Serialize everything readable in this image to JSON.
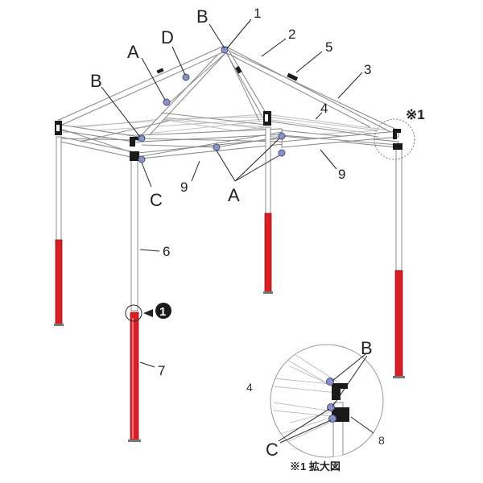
{
  "labels": {
    "letter_b_top": "B",
    "letter_d": "D",
    "letter_a_top": "A",
    "letter_b_left": "B",
    "letter_c": "C",
    "letter_a_bottom": "A",
    "num_1": "1",
    "num_2": "2",
    "num_5": "5",
    "num_3": "3",
    "num_4": "4",
    "num_9_left": "9",
    "num_9_right": "9",
    "num_6": "6",
    "num_7": "7",
    "note_mark": "※1",
    "circled_1": "1"
  },
  "inset": {
    "letter_b": "B",
    "letter_c": "C",
    "num_4": "4",
    "num_8": "8",
    "caption": "※1 拡大図"
  },
  "colors": {
    "leg_lower": "#d81f26",
    "joint": "#8a93c8",
    "frame": "#8c8c8c"
  }
}
